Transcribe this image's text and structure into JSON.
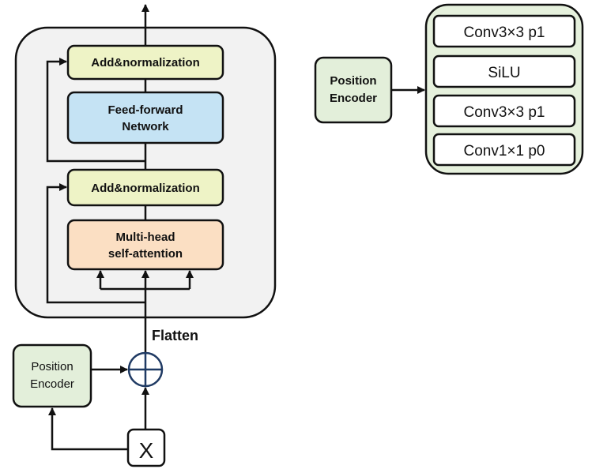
{
  "transformer": {
    "add_norm_top": "Add&normalization",
    "ffn_line1": "Feed-forward",
    "ffn_line2": "Network",
    "add_norm_bottom": "Add&normalization",
    "mha_line1": "Multi-head",
    "mha_line2": "self-attention",
    "flatten": "Flatten",
    "input": "X"
  },
  "position_encoder_left": {
    "line1": "Position",
    "line2": "Encoder"
  },
  "position_encoder_right": {
    "line1": "Position",
    "line2": "Encoder",
    "layers": [
      "Conv3×3 p1",
      "SiLU",
      "Conv3×3 p1",
      "Conv1×1 p0"
    ]
  },
  "colors": {
    "outer_panel_fill": "#f2f2f2",
    "add_norm_fill": "#eef3c6",
    "ffn_fill": "#c5e3f4",
    "mha_fill": "#fbdfc3",
    "encoder_fill": "#e3efda",
    "encoder_panel_fill": "#e6f1dd",
    "adder_stroke": "#1f3a63"
  }
}
